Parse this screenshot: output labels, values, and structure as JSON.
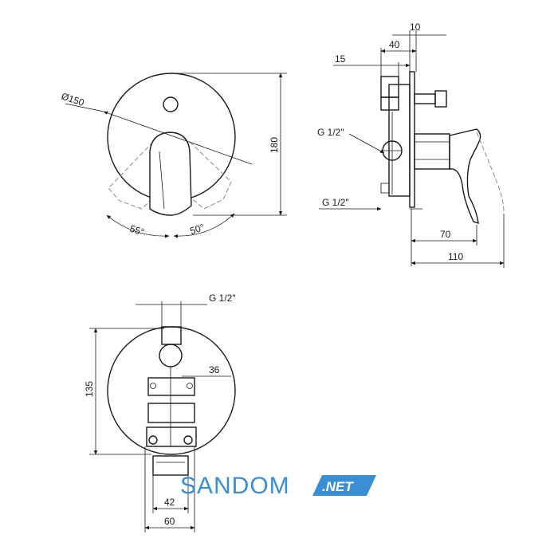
{
  "front_view": {
    "diameter_label": "Ø150",
    "height_label": "180",
    "angle_left_label": "55°",
    "angle_right_label": "50°"
  },
  "side_view": {
    "dim_top_label": "10",
    "dim_40_label": "40",
    "dim_15_label": "15",
    "thread_upper_label": "G 1/2\"",
    "thread_lower_label": "G 1/2\"",
    "dim_70_label": "70",
    "dim_110_label": "110"
  },
  "back_view": {
    "thread_label": "G 1/2\"",
    "dim_36_label": "36",
    "height_label": "135",
    "dim_42_label": "42",
    "dim_60_label": "60"
  },
  "watermark": {
    "brand": "SANDOM",
    "suffix": ".NET",
    "brand_color": "#3a8fd4",
    "badge_color": "#3a8fd4"
  }
}
